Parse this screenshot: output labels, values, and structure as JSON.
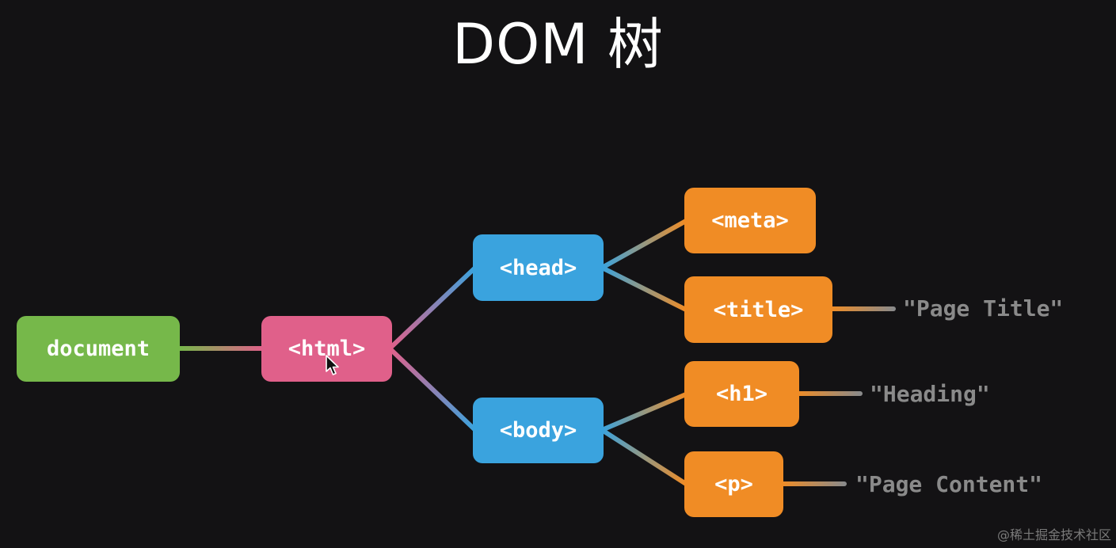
{
  "title": "DOM 树",
  "nodes": {
    "document": "document",
    "html": "<html>",
    "head": "<head>",
    "body": "<body>",
    "meta": "<meta>",
    "title": "<title>",
    "h1": "<h1>",
    "p": "<p>"
  },
  "text_nodes": {
    "page_title": "\"Page Title\"",
    "heading": "\"Heading\"",
    "page_content": "\"Page Content\""
  },
  "watermark": "@稀土掘金技术社区",
  "colors": {
    "background": "#131214",
    "document": "#76b84a",
    "html": "#e0608a",
    "head_body": "#3aa3de",
    "leaf_elements": "#f08c25",
    "text_nodes": "#8a8a8a"
  },
  "icons": {
    "cursor": "mouse-pointer-icon"
  }
}
